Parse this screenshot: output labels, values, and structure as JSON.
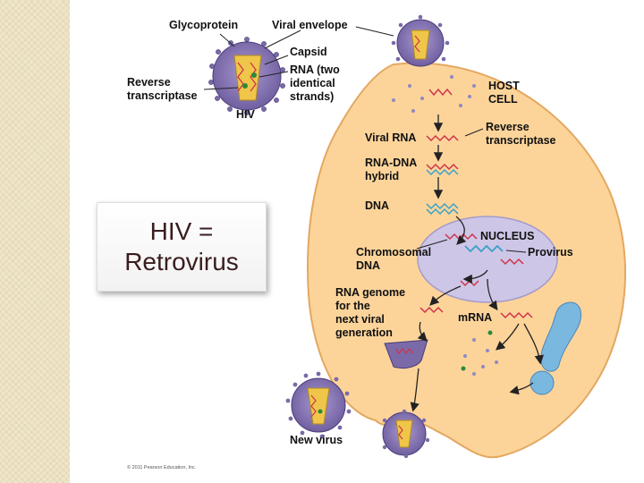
{
  "title_box": {
    "line1": "HIV =",
    "line2": "Retrovirus"
  },
  "labels": {
    "glycoprotein": "Glycoprotein",
    "viral_envelope": "Viral envelope",
    "capsid": "Capsid",
    "rna_line1": "RNA (two",
    "rna_line2": "identical",
    "rna_line3": "strands)",
    "rt_line1": "Reverse",
    "rt_line2": "transcriptase",
    "hiv": "HIV",
    "host_line1": "HOST",
    "host_line2": "CELL",
    "rt2_line1": "Reverse",
    "rt2_line2": "transcriptase",
    "viral_rna": "Viral RNA",
    "hybrid_line1": "RNA-DNA",
    "hybrid_line2": "hybrid",
    "dna": "DNA",
    "nucleus": "NUCLEUS",
    "chrom_line1": "Chromosomal",
    "chrom_line2": "DNA",
    "provirus": "Provirus",
    "genome_line1": "RNA genome",
    "genome_line2": "for the",
    "genome_line3": "next viral",
    "genome_line4": "generation",
    "mrna": "mRNA",
    "new_virus": "New virus"
  },
  "copyright": "© 2011 Pearson Education, Inc.",
  "colors": {
    "cell": "#fcd49a",
    "cell_border": "#e3a860",
    "nucleus": "#cdc6e6",
    "virion": "#7a6aa8",
    "capsid": "#f0c64a",
    "rna": "#d0334a",
    "dna": "#3aa0c8",
    "er": "#7ab8e0"
  }
}
